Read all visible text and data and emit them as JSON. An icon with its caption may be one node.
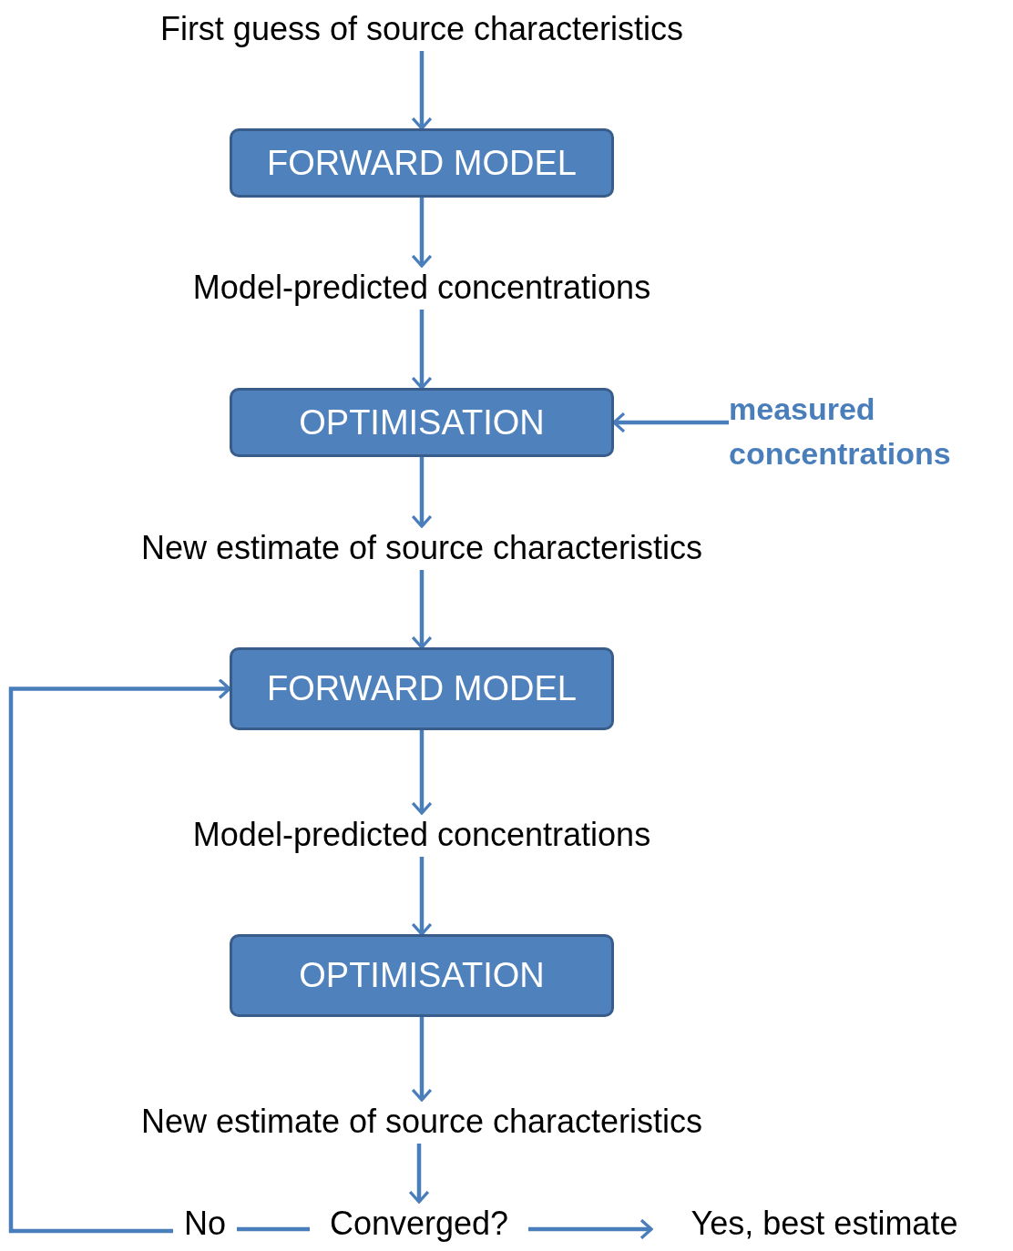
{
  "diagram": {
    "nodes": [
      {
        "text": [
          "First guess of source characteristics"
        ]
      },
      {
        "text": [
          "FORWARD MODEL"
        ]
      },
      {
        "text": [
          "Model-predicted concentrations"
        ]
      },
      {
        "text": [
          "OPTIMISATION"
        ]
      },
      {
        "text": [
          "measured concentrations"
        ]
      },
      {
        "text": [
          "New estimate of source characteristics"
        ]
      },
      {
        "text": [
          "FORWARD MODEL"
        ]
      },
      {
        "text": [
          "Model-predicted concentrations"
        ]
      },
      {
        "text": [
          "OPTIMISATION"
        ]
      },
      {
        "text": [
          "New estimate of source characteristics"
        ]
      },
      {
        "text": [
          "Converged?"
        ]
      },
      {
        "text": [
          "No"
        ]
      },
      {
        "text": [
          "Yes, best estimate"
        ]
      }
    ],
    "edges": [
      {
        "from": 0,
        "to": 1,
        "arrow": "to"
      },
      {
        "from": 1,
        "to": 2,
        "arrow": "to"
      },
      {
        "from": 2,
        "to": 3,
        "arrow": "to"
      },
      {
        "from": 4,
        "to": 3,
        "arrow": "to"
      },
      {
        "from": 3,
        "to": 5,
        "arrow": "to"
      },
      {
        "from": 5,
        "to": 6,
        "arrow": "to"
      },
      {
        "from": 6,
        "to": 7,
        "arrow": "to"
      },
      {
        "from": 7,
        "to": 8,
        "arrow": "to"
      },
      {
        "from": 8,
        "to": 9,
        "arrow": "to"
      },
      {
        "from": 9,
        "to": 10,
        "arrow": "to"
      },
      {
        "from": 10,
        "to": 11,
        "arrow": "none"
      },
      {
        "from": 11,
        "to": 6,
        "arrow": "to"
      },
      {
        "from": 10,
        "to": 12,
        "arrow": "to"
      }
    ]
  }
}
